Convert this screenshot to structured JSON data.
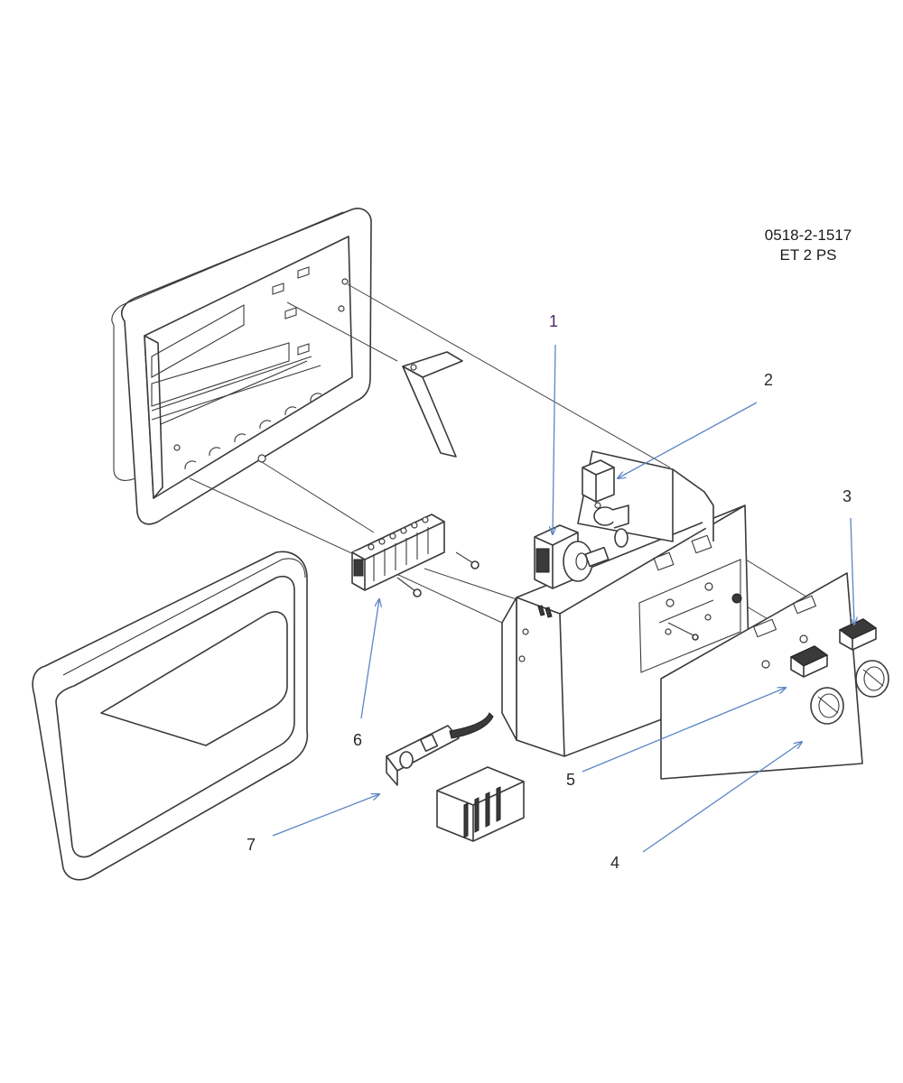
{
  "document": {
    "code": "0518-2-1517",
    "model": "ET 2 PS"
  },
  "callouts": [
    {
      "id": "1",
      "label": "1"
    },
    {
      "id": "2",
      "label": "2"
    },
    {
      "id": "3",
      "label": "3"
    },
    {
      "id": "4",
      "label": "4"
    },
    {
      "id": "5",
      "label": "5"
    },
    {
      "id": "6",
      "label": "6"
    },
    {
      "id": "7",
      "label": "7"
    }
  ],
  "colors": {
    "line": "#3a3a3a",
    "arrow": "#5b86c4",
    "callout_dark": "#2a2a2a",
    "callout_purple": "#4b2a6b"
  }
}
